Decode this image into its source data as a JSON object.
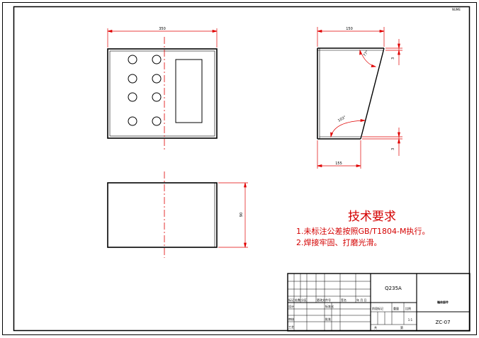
{
  "corner_mark": "NUME",
  "dimensions": {
    "front_width": "350",
    "side_top_width": "150",
    "side_bottom_width": "155",
    "angle_top": "77°",
    "angle_bottom": "103°",
    "thickness_top": "3",
    "thickness_bottom": "3",
    "top_view_depth": "90"
  },
  "tech_requirements": {
    "title": "技术要求",
    "items": [
      "1.未标注公差按照GB/T1804-M执行。",
      "2.焊接牢固、打磨光滑。"
    ]
  },
  "title_block": {
    "material": "Q235A",
    "part_name": "箱体部件",
    "scale": "1:1",
    "drawing_no": "ZC-07",
    "labels": {
      "mark": "标记",
      "count": "处数",
      "zone": "分区",
      "change_doc": "更改文件号",
      "signature": "签名",
      "date": "年 月 日",
      "designer": "设计",
      "standardization": "标准化",
      "checker": "审核",
      "process": "工艺",
      "approve": "批准",
      "stage_mark": "阶段标记",
      "weight": "重量",
      "scale_label": "比例",
      "sheets_total": "共",
      "sheets_no": "第",
      "sheet": "张"
    }
  }
}
